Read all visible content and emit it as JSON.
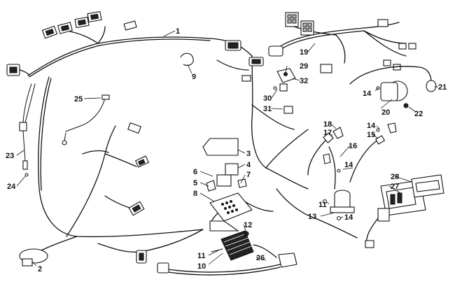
{
  "callouts": [
    {
      "id": "c1",
      "label": "1"
    },
    {
      "id": "c2",
      "label": "2"
    },
    {
      "id": "c3",
      "label": "3"
    },
    {
      "id": "c4",
      "label": "4"
    },
    {
      "id": "c5",
      "label": "5"
    },
    {
      "id": "c6",
      "label": "6"
    },
    {
      "id": "c7",
      "label": "7"
    },
    {
      "id": "c8",
      "label": "8"
    },
    {
      "id": "c9",
      "label": "9"
    },
    {
      "id": "c10",
      "label": "10"
    },
    {
      "id": "c11a",
      "label": "11"
    },
    {
      "id": "c11b",
      "label": "11"
    },
    {
      "id": "c12",
      "label": "12"
    },
    {
      "id": "c13",
      "label": "13"
    },
    {
      "id": "c14a",
      "label": "14"
    },
    {
      "id": "c14b",
      "label": "14"
    },
    {
      "id": "c14c",
      "label": "14"
    },
    {
      "id": "c14d",
      "label": "14"
    },
    {
      "id": "c15",
      "label": "15"
    },
    {
      "id": "c16",
      "label": "16"
    },
    {
      "id": "c17",
      "label": "17"
    },
    {
      "id": "c18",
      "label": "18"
    },
    {
      "id": "c19",
      "label": "19"
    },
    {
      "id": "c20",
      "label": "20"
    },
    {
      "id": "c21",
      "label": "21"
    },
    {
      "id": "c22",
      "label": "22"
    },
    {
      "id": "c23",
      "label": "23"
    },
    {
      "id": "c24",
      "label": "24"
    },
    {
      "id": "c25",
      "label": "25"
    },
    {
      "id": "c26",
      "label": "26"
    },
    {
      "id": "c27",
      "label": "27"
    },
    {
      "id": "c28",
      "label": "28"
    },
    {
      "id": "c29",
      "label": "29"
    },
    {
      "id": "c30",
      "label": "30"
    },
    {
      "id": "c31",
      "label": "31"
    },
    {
      "id": "c32",
      "label": "32"
    }
  ]
}
